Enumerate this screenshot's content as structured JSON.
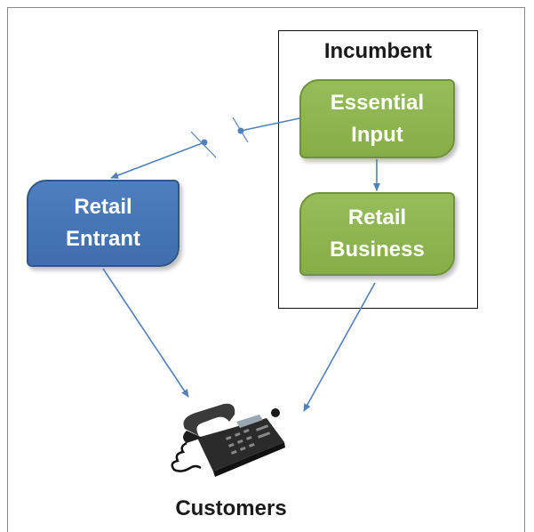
{
  "diagram": {
    "incumbent_label": "Incumbent",
    "nodes": {
      "essential_input": "Essential\nInput",
      "retail_business": "Retail\nBusiness",
      "retail_entrant": "Retail\nEntrant"
    },
    "customers_label": "Customers",
    "icons": {
      "customers": "desk-phone-icon"
    },
    "colors": {
      "incumbent_nodes": "#8db350",
      "entrant_node": "#4675b7",
      "arrows": "#4f81bd"
    }
  }
}
